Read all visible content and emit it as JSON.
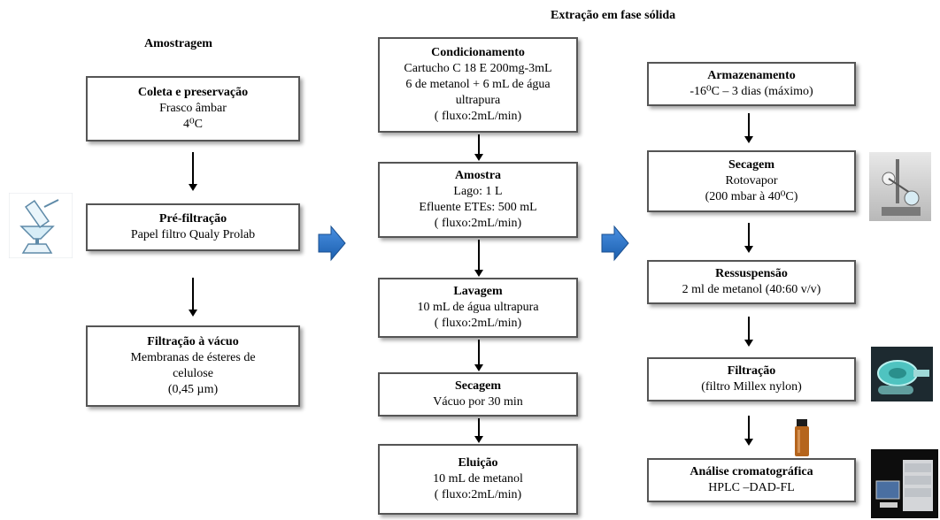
{
  "headings": {
    "amostragem": "Amostragem",
    "extracao": "Extração em fase sólida"
  },
  "col1": [
    {
      "title": "Coleta e preservação",
      "lines": [
        "Frasco âmbar",
        "4⁰C"
      ]
    },
    {
      "title": "Pré-filtração",
      "lines": [
        "Papel filtro Qualy Prolab"
      ]
    },
    {
      "title": "Filtração à vácuo",
      "lines": [
        "Membranas de ésteres de",
        "celulose",
        "(0,45 µm)"
      ]
    }
  ],
  "col2": [
    {
      "title": "Condicionamento",
      "lines": [
        "Cartucho C 18 E 200mg-3mL",
        "6 de metanol + 6 mL de água",
        "ultrapura",
        "( fluxo:2mL/min)"
      ]
    },
    {
      "title": "Amostra",
      "lines": [
        "Lago: 1 L",
        "Efluente ETEs: 500 mL",
        "( fluxo:2mL/min)"
      ]
    },
    {
      "title": "Lavagem",
      "lines": [
        "10 mL de água ultrapura",
        "( fluxo:2mL/min)"
      ]
    },
    {
      "title": "Secagem",
      "lines": [
        "Vácuo por 30 min"
      ]
    },
    {
      "title": "Eluição",
      "lines": [
        "10 mL de metanol",
        "( fluxo:2mL/min)"
      ]
    }
  ],
  "col3": [
    {
      "title": "Armazenamento",
      "lines": [
        "-16⁰C – 3 dias (máximo)"
      ]
    },
    {
      "title": "Secagem",
      "lines": [
        "Rotovapor",
        "(200 mbar à 40⁰C)"
      ]
    },
    {
      "title": "Ressuspensão",
      "lines": [
        "2 ml de metanol (40:60 v/v)"
      ]
    },
    {
      "title": "Filtração",
      "lines": [
        "(filtro Millex nylon)"
      ]
    },
    {
      "title": "Análise cromatográfica",
      "lines": [
        "HPLC –DAD-FL"
      ]
    }
  ],
  "colors": {
    "box_border": "#555555",
    "flow_arrow": "#1f6fc1"
  },
  "icons": [
    "filter-funnel-icon",
    "rotavapor-icon",
    "syringe-filter-icon",
    "amber-vial-icon",
    "hplc-instrument-icon"
  ]
}
